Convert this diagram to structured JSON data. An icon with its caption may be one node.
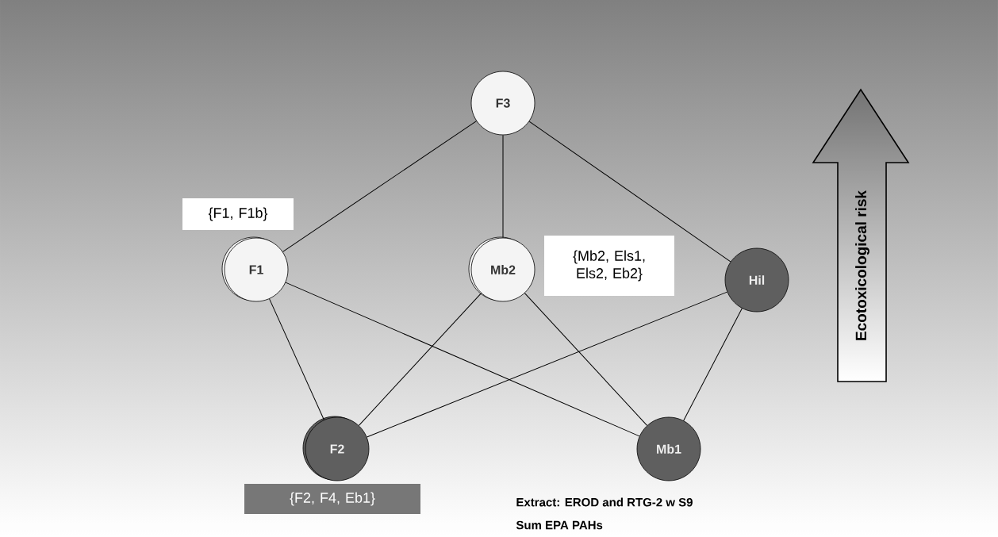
{
  "diagram": {
    "nodes": [
      {
        "text": [
          "F3"
        ]
      },
      {
        "text": [
          "F1"
        ],
        "beside": [
          "{F1, F1b}"
        ]
      },
      {
        "text": [
          "Mb2"
        ],
        "beside": [
          "{Mb2, Els1, Els2, Eb2}"
        ]
      },
      {
        "text": [
          "Hil"
        ]
      },
      {
        "text": [
          "F2"
        ],
        "beside": [
          "{F2, F4, Eb1}"
        ]
      },
      {
        "text": [
          "Mb1"
        ]
      },
      {
        "text": [
          "Ecotoxicological risk"
        ]
      }
    ],
    "edges": [
      {
        "from": 0,
        "to": 1,
        "arrow": "none"
      },
      {
        "from": 0,
        "to": 2,
        "arrow": "none"
      },
      {
        "from": 0,
        "to": 3,
        "arrow": "none"
      },
      {
        "from": 1,
        "to": 4,
        "arrow": "none"
      },
      {
        "from": 1,
        "to": 5,
        "arrow": "none"
      },
      {
        "from": 2,
        "to": 4,
        "arrow": "none"
      },
      {
        "from": 2,
        "to": 5,
        "arrow": "none"
      },
      {
        "from": 3,
        "to": 4,
        "arrow": "none"
      },
      {
        "from": 3,
        "to": 5,
        "arrow": "none"
      }
    ],
    "labels": [
      "Extract: EROD and RTG-2 w S9",
      "Sum EPA PAHs"
    ]
  }
}
